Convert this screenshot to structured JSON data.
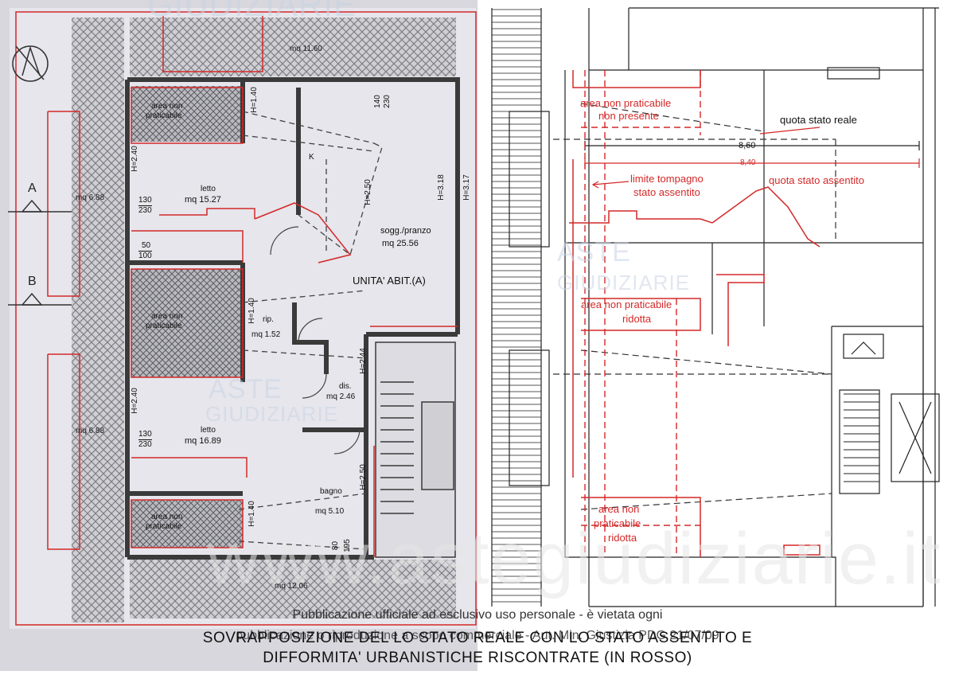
{
  "left_plan": {
    "rooms": {
      "top_terrace_area": "mq 11.60",
      "bottom_terrace_area": "mq 12.06",
      "side_top_area": "mq 6.88",
      "side_bottom_area": "mq 6.88",
      "bedroom1_name": "letto",
      "bedroom1_area": "mq 15.27",
      "bedroom2_name": "letto",
      "bedroom2_area": "mq 16.89",
      "living_name": "sogg./pranzo",
      "living_area": "mq 25.56",
      "unit_name": "UNITA' ABIT.(A)",
      "storage_name": "rip.",
      "storage_area": "mq 1.52",
      "hall_name": "dis.",
      "hall_area": "mq 2.46",
      "bath_name": "bagno",
      "bath_area": "mq 5.10",
      "kitchen_mark": "K"
    },
    "non_walkable_1": "area non",
    "non_walkable_2": "praticabile",
    "heights": {
      "h140": "H=1.40",
      "h240": "H=2.40",
      "h250": "H=2.50",
      "h318": "H=3.18",
      "h317": "H=3.17",
      "h244": "H=2.44"
    },
    "window_top": "130",
    "window_bottom": "230",
    "window2_top": "50",
    "window2_bottom": "100",
    "door_top": "140",
    "door_bottom": "230",
    "small_top": "80",
    "small_bottom": "195",
    "section_a": "A",
    "section_b": "B"
  },
  "right_plan": {
    "red_notes": {
      "area_not_present_1": "area non praticabile",
      "area_not_present_2": "non presente",
      "infill_limit_1": "limite tompagno",
      "infill_limit_2": "stato assentito",
      "quota_assentito": "quota stato assentito",
      "reduced_1": "area non praticabile",
      "reduced_2": "ridotta",
      "reduced_bottom_1": "area non",
      "reduced_bottom_2": "praticabile",
      "reduced_bottom_3": "ridotta"
    },
    "quota_reale": "quota stato reale",
    "dim_reale": "8,60",
    "dim_assentito": "8,40"
  },
  "watermarks": {
    "brand_1": "ASTE",
    "brand_2": "GIUDIZIARIE",
    "url": "www.astegiudiziarie.it"
  },
  "notice": {
    "line1": "Pubblicazione ufficiale ad esclusivo uso personale - è vietata ogni",
    "line2": "pubblicazione o riproduzione a scopo commerciale - Aut. Min. Giustizia PDG 21/07/09"
  },
  "caption": {
    "line1": "SOVRAPPOSIZIONE DEL LO STATO REALE CON LO STATO ASSENTITO E",
    "line2": "DIFFORMITA' URBANISTICHE RISCONTRATE (IN ROSSO)"
  },
  "colors": {
    "red": "#d42828",
    "wall": "#3a3a3a",
    "paper": "#e4e4ea",
    "hatch": "#8a8a90"
  }
}
